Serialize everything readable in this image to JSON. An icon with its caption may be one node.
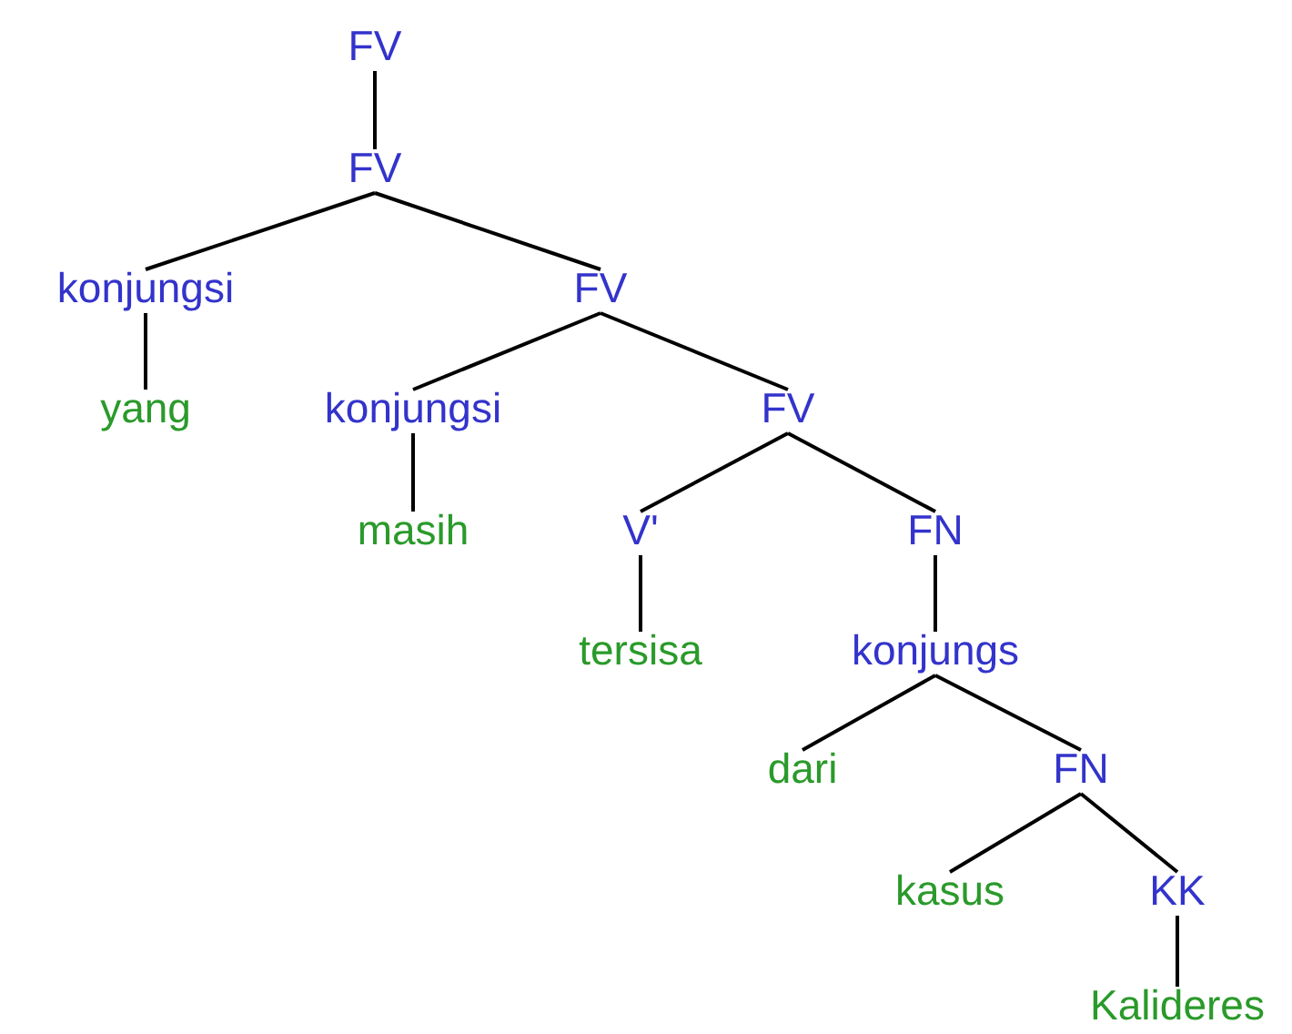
{
  "diagram": {
    "nodes": [
      {
        "text": [
          "FV"
        ]
      },
      {
        "text": [
          "FV"
        ]
      },
      {
        "text": [
          "konjungsi"
        ]
      },
      {
        "text": [
          "FV"
        ]
      },
      {
        "text": [
          "yang"
        ]
      },
      {
        "text": [
          "konjungsi"
        ]
      },
      {
        "text": [
          "FV"
        ]
      },
      {
        "text": [
          "masih"
        ]
      },
      {
        "text": [
          "V'"
        ]
      },
      {
        "text": [
          "FN"
        ]
      },
      {
        "text": [
          "tersisa"
        ]
      },
      {
        "text": [
          "konjungs"
        ]
      },
      {
        "text": [
          "dari"
        ]
      },
      {
        "text": [
          "FN"
        ]
      },
      {
        "text": [
          "kasus"
        ]
      },
      {
        "text": [
          "KK"
        ]
      },
      {
        "text": [
          "Kalideres"
        ]
      }
    ],
    "edges": [
      {
        "from": 0,
        "to": 1,
        "arrow": "none"
      },
      {
        "from": 1,
        "to": 2,
        "arrow": "none"
      },
      {
        "from": 1,
        "to": 3,
        "arrow": "none"
      },
      {
        "from": 2,
        "to": 4,
        "arrow": "none"
      },
      {
        "from": 3,
        "to": 5,
        "arrow": "none"
      },
      {
        "from": 3,
        "to": 6,
        "arrow": "none"
      },
      {
        "from": 5,
        "to": 7,
        "arrow": "none"
      },
      {
        "from": 6,
        "to": 8,
        "arrow": "none"
      },
      {
        "from": 6,
        "to": 9,
        "arrow": "none"
      },
      {
        "from": 8,
        "to": 10,
        "arrow": "none"
      },
      {
        "from": 9,
        "to": 11,
        "arrow": "none"
      },
      {
        "from": 11,
        "to": 12,
        "arrow": "none"
      },
      {
        "from": 11,
        "to": 13,
        "arrow": "none"
      },
      {
        "from": 13,
        "to": 14,
        "arrow": "none"
      },
      {
        "from": 13,
        "to": 15,
        "arrow": "none"
      },
      {
        "from": 15,
        "to": 16,
        "arrow": "none"
      }
    ]
  }
}
